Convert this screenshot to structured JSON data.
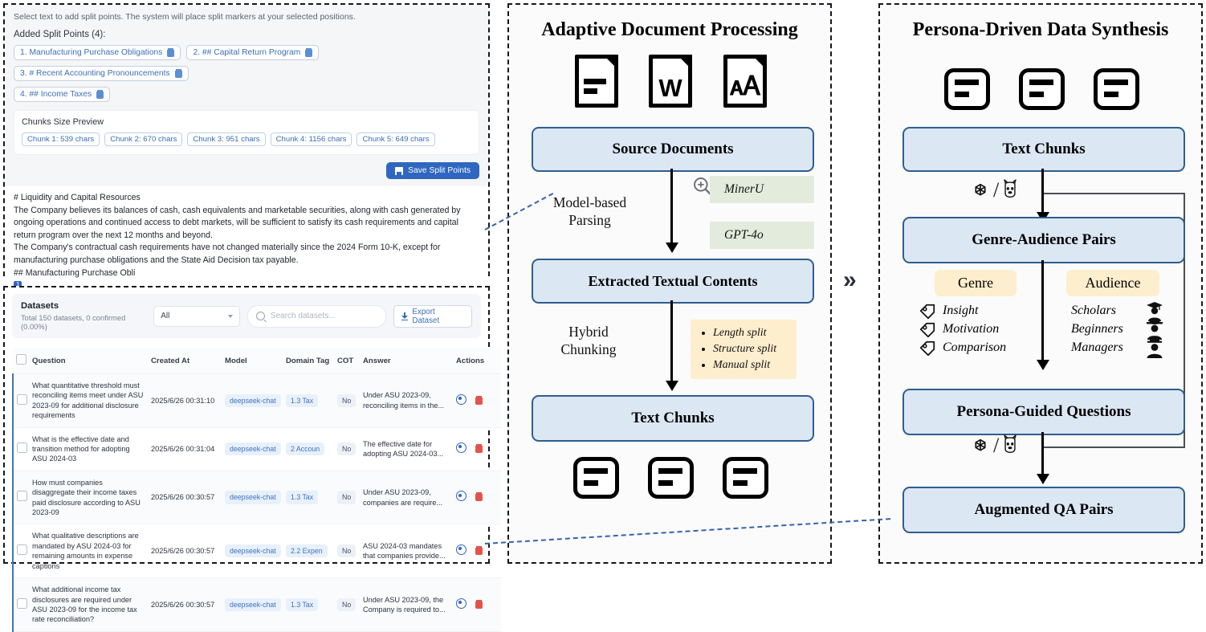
{
  "left_panel_split": {
    "hint": "Select text to add split points. The system will place split markers at your selected positions.",
    "added_label": "Added Split Points (4):",
    "split_points": [
      "1. Manufacturing Purchase Obligations",
      "2. ## Capital Return Program",
      "3. # Recent Accounting Pronouncements",
      "4. ## Income Taxes"
    ],
    "preview_title": "Chunks Size Preview",
    "chunks": [
      "Chunk 1: 539 chars",
      "Chunk 2: 670 chars",
      "Chunk 3: 951 chars",
      "Chunk 4: 1156 chars",
      "Chunk 5: 649 chars"
    ],
    "save_label": "Save Split Points",
    "document_lines": [
      "# Liquidity and Capital Resources",
      "The Company believes its balances of cash, cash equivalents and marketable securities, along with cash generated by ongoing operations and continued access to debt markets, will be sufficient to satisfy its cash requirements and capital return program over the next 12 months and beyond.",
      "The Company's contractual cash requirements have not changed materially since the 2024 Form 10-K, except for manufacturing purchase obligations and the State Aid Decision tax payable.",
      "## Manufacturing Purchase Obli"
    ],
    "marker_label": "1"
  },
  "left_panel_datasets": {
    "title": "Datasets",
    "subtitle": "Total 150 datasets, 0 confirmed (0.00%)",
    "filter_value": "All",
    "search_placeholder": "Search datasets...",
    "export_label": "Export Dataset",
    "columns": [
      "Question",
      "Created At",
      "Model",
      "Domain Tag",
      "COT",
      "Answer",
      "Actions"
    ],
    "rows": [
      {
        "question": "What quantitative threshold must reconciling items meet under ASU 2023-09 for additional disclosure requirements",
        "created_at": "2025/6/26 00:31:10",
        "model": "deepseek-chat",
        "domain_tag": "1.3 Tax",
        "cot": "No",
        "answer": "Under ASU 2023-09, reconciling items in the..."
      },
      {
        "question": "What is the effective date and transition method for adopting ASU 2024-03",
        "created_at": "2025/6/26 00:31:04",
        "model": "deepseek-chat",
        "domain_tag": "2 Accoun",
        "cot": "No",
        "answer": "The effective date for adopting ASU 2024-03..."
      },
      {
        "question": "How must companies disaggregate their income taxes paid disclosure according to ASU 2023-09",
        "created_at": "2025/6/26 00:30:57",
        "model": "deepseek-chat",
        "domain_tag": "1.3 Tax",
        "cot": "No",
        "answer": "Under ASU 2023-09, companies are require..."
      },
      {
        "question": "What qualitative descriptions are mandated by ASU 2024-03 for remaining amounts in expense captions",
        "created_at": "2025/6/26 00:30:57",
        "model": "deepseek-chat",
        "domain_tag": "2.2 Expen",
        "cot": "No",
        "answer": "ASU 2024-03 mandates that companies provide..."
      },
      {
        "question": "What additional income tax disclosures are required under ASU 2023-09 for the income tax rate reconciliation?",
        "created_at": "2025/6/26 00:30:57",
        "model": "deepseek-chat",
        "domain_tag": "1.3 Tax",
        "cot": "No",
        "answer": "Under ASU 2023-09, the Company is required to..."
      }
    ]
  },
  "middle_panel": {
    "title": "Adaptive Document Processing",
    "doc_icons": [
      "text-document-icon",
      "word-document-icon",
      "pdf-document-icon"
    ],
    "box_source": "Source Documents",
    "edge1_label": "Model-based\nParsing",
    "parsers": [
      "MinerU",
      "GPT-4o"
    ],
    "box_extracted": "Extracted Textual Contents",
    "edge2_label": "Hybrid\nChunking",
    "split_modes": [
      "Length split",
      "Structure split",
      "Manual split"
    ],
    "box_chunks": "Text Chunks"
  },
  "flow_arrow": "»",
  "right_panel": {
    "title": "Persona-Driven Data Synthesis",
    "box_chunks": "Text Chunks",
    "box_pairs": "Genre-Audience Pairs",
    "genre_header": "Genre",
    "audience_header": "Audience",
    "genres": [
      "Insight",
      "Motivation",
      "Comparison"
    ],
    "audiences": [
      "Scholars",
      "Beginners",
      "Managers"
    ],
    "box_questions": "Persona-Guided Questions",
    "box_qa": "Augmented QA Pairs",
    "llm_glyph": "/"
  },
  "colors": {
    "box_fill": "#dce7f4",
    "box_border": "#2e5e8e",
    "tag_green": "#e3ecdc",
    "tag_yellow": "#fdeecd",
    "accent_blue": "#2f67c0",
    "danger_red": "#e4534b"
  }
}
